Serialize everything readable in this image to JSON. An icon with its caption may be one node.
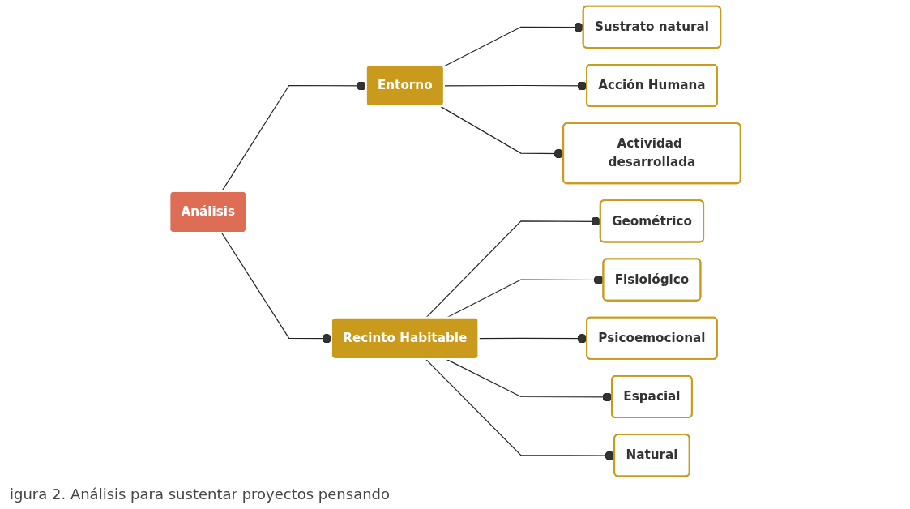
{
  "diagram": {
    "caption": "igura 2. Análisis para sustentar proyectos pensando",
    "nodes": [
      {
        "text": [
          "Análisis"
        ]
      },
      {
        "text": [
          "Entorno"
        ]
      },
      {
        "text": [
          "Recinto Habitable"
        ]
      },
      {
        "text": [
          "Sustrato natural"
        ]
      },
      {
        "text": [
          "Acción Humana"
        ]
      },
      {
        "text": [
          "Actividad desarrollada"
        ]
      },
      {
        "text": [
          "Geométrico"
        ]
      },
      {
        "text": [
          "Fisiológico"
        ]
      },
      {
        "text": [
          "Psicoemocional"
        ]
      },
      {
        "text": [
          "Espacial"
        ]
      },
      {
        "text": [
          "Natural"
        ]
      }
    ],
    "edges": [
      {
        "from": 0,
        "to": 1,
        "arrow": "other"
      },
      {
        "from": 0,
        "to": 2,
        "arrow": "other"
      },
      {
        "from": 1,
        "to": 3,
        "arrow": "other"
      },
      {
        "from": 1,
        "to": 4,
        "arrow": "other"
      },
      {
        "from": 1,
        "to": 5,
        "arrow": "other"
      },
      {
        "from": 2,
        "to": 6,
        "arrow": "other"
      },
      {
        "from": 2,
        "to": 7,
        "arrow": "other"
      },
      {
        "from": 2,
        "to": 8,
        "arrow": "other"
      },
      {
        "from": 2,
        "to": 9,
        "arrow": "other"
      },
      {
        "from": 2,
        "to": 10,
        "arrow": "other"
      }
    ]
  }
}
